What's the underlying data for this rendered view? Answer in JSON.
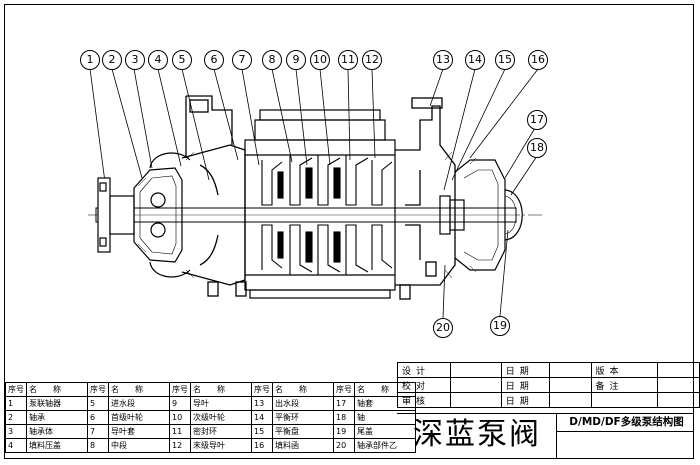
{
  "callouts": [
    "1",
    "2",
    "3",
    "4",
    "5",
    "6",
    "7",
    "8",
    "9",
    "10",
    "11",
    "12",
    "13",
    "14",
    "15",
    "16",
    "17",
    "18",
    "19",
    "20"
  ],
  "parts_table": {
    "col_headers": [
      "序号",
      "名　　称"
    ],
    "rows": [
      [
        [
          "1",
          "泵联轴器"
        ],
        [
          "5",
          "进水段"
        ],
        [
          "9",
          "导叶"
        ],
        [
          "13",
          "出水段"
        ],
        [
          "17",
          "轴套"
        ]
      ],
      [
        [
          "2",
          "轴承"
        ],
        [
          "6",
          "首级叶轮"
        ],
        [
          "10",
          "次级叶轮"
        ],
        [
          "14",
          "平衡环"
        ],
        [
          "18",
          "轴"
        ]
      ],
      [
        [
          "3",
          "轴承体"
        ],
        [
          "7",
          "导叶套"
        ],
        [
          "11",
          "密封环"
        ],
        [
          "15",
          "平衡盘"
        ],
        [
          "19",
          "尾盖"
        ]
      ],
      [
        [
          "4",
          "填料压盖"
        ],
        [
          "8",
          "中段"
        ],
        [
          "12",
          "末级导叶"
        ],
        [
          "16",
          "填料函"
        ],
        [
          "20",
          "轴承部件乙"
        ]
      ]
    ]
  },
  "title_block": {
    "labels": [
      "设计",
      "校对",
      "审核"
    ],
    "date_label": "日期",
    "version_label": "版本",
    "remark_label": "备注",
    "brand": "深蓝泵阀",
    "model": "D/MD/DF多级泵结构图"
  }
}
